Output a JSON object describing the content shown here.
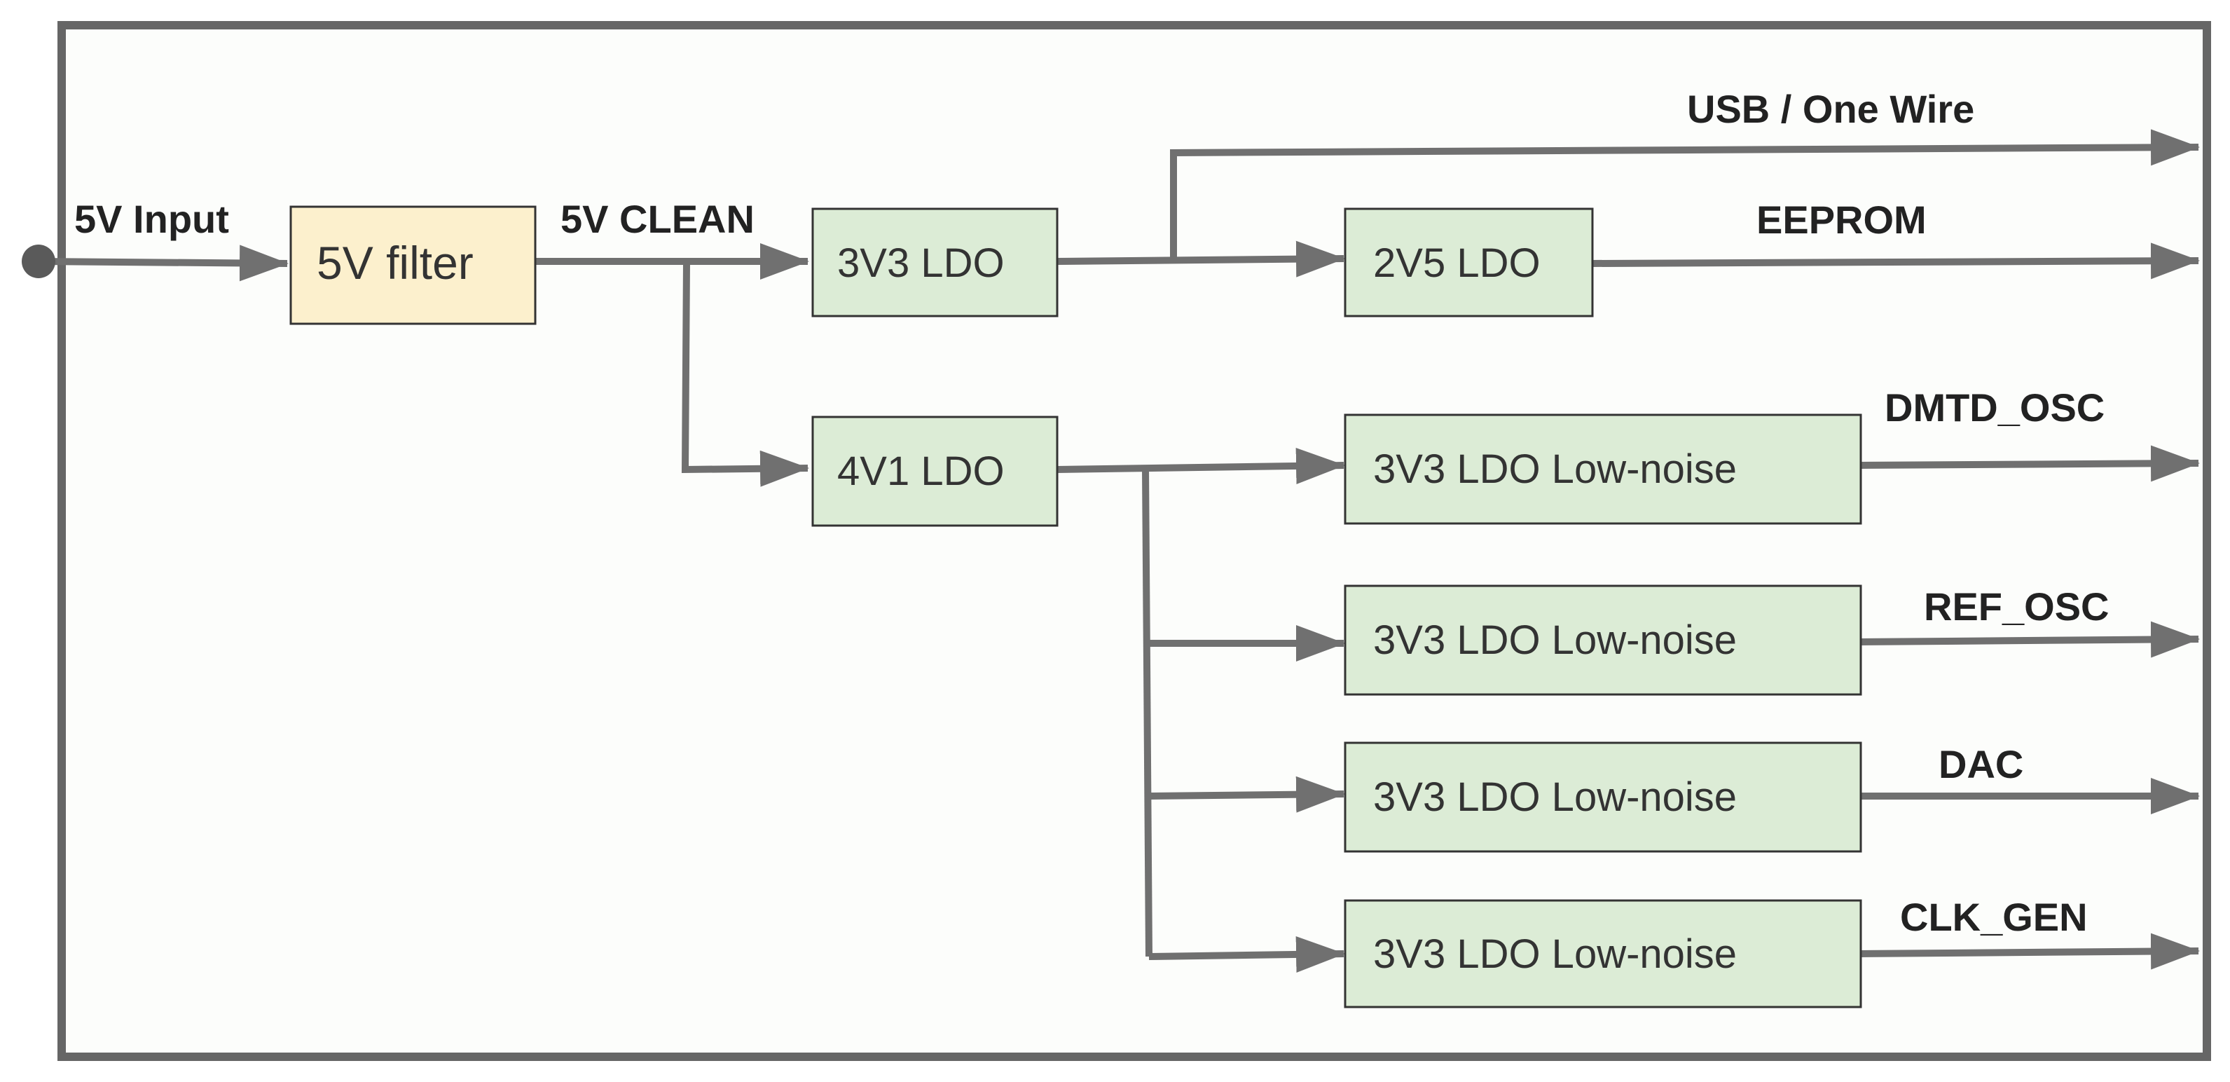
{
  "diagram": {
    "colors": {
      "frame": "#666666",
      "frame_fill": "#fcfdfb",
      "line": "#707070",
      "filter_fill": "#fcf0cd",
      "ldo_fill": "#dcecd6",
      "box_stroke": "#333333"
    },
    "blocks": {
      "filter": "5V filter",
      "ldo_3v3": "3V3 LDO",
      "ldo_2v5": "2V5 LDO",
      "ldo_4v1": "4V1 LDO",
      "ln_1": "3V3 LDO Low-noise",
      "ln_2": "3V3 LDO Low-noise",
      "ln_3": "3V3 LDO Low-noise",
      "ln_4": "3V3 LDO Low-noise"
    },
    "labels": {
      "input": "5V Input",
      "clean": "5V CLEAN",
      "usb": "USB / One Wire",
      "eeprom": "EEPROM",
      "dmtd": "DMTD_OSC",
      "ref": "REF_OSC",
      "dac": "DAC",
      "clk": "CLK_GEN"
    }
  }
}
